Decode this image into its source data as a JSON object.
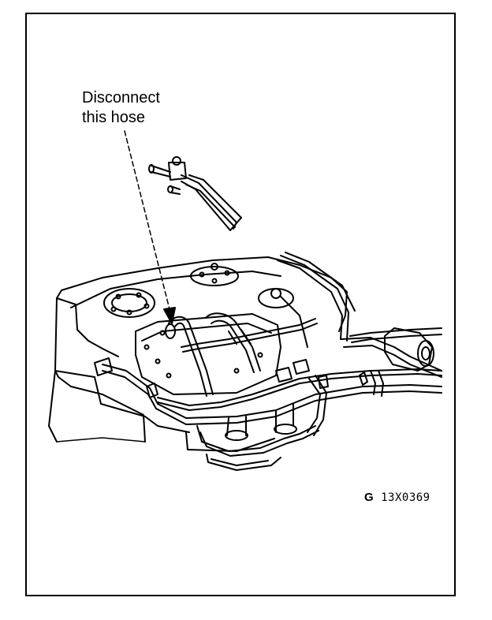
{
  "callout": {
    "line1": "Disconnect",
    "line2": "this hose"
  },
  "figure_code": {
    "prefix": "G",
    "number": "13X0369"
  }
}
